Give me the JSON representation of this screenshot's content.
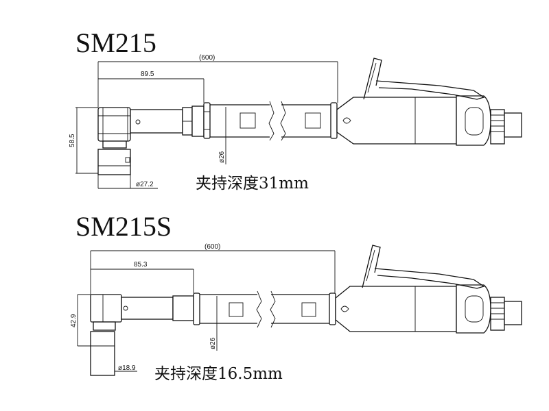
{
  "models": [
    {
      "title": "SM215",
      "overall_length": "(600)",
      "head_length": "89.5",
      "height": "58.5",
      "chuck_diameter": "ø27.2",
      "tube_diameter": "ø26",
      "clamp_depth": "夹持深度31mm"
    },
    {
      "title": "SM215S",
      "overall_length": "(600)",
      "head_length": "85.3",
      "height": "42.9",
      "chuck_diameter": "ø18.9",
      "tube_diameter": "ø26",
      "clamp_depth": "夹持深度16.5mm"
    }
  ]
}
